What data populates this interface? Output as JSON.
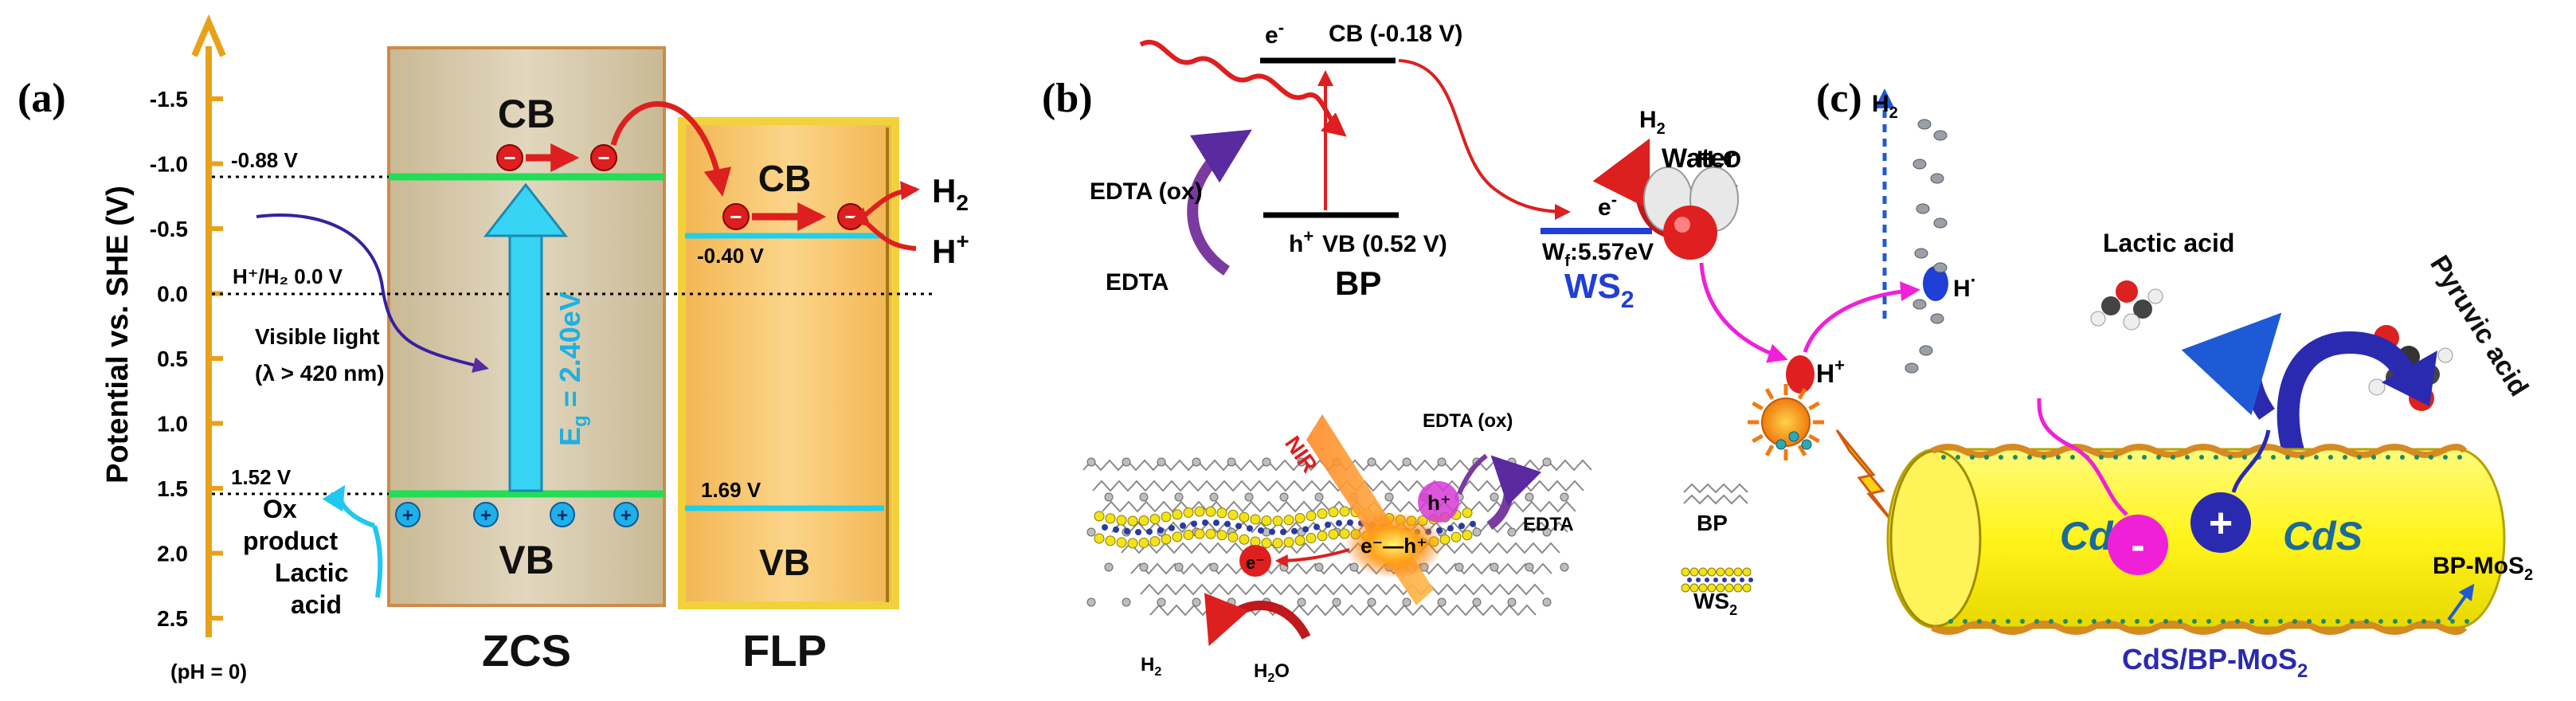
{
  "panel_a": {
    "label": "(a)",
    "axis_title": "Potential vs. SHE (V)",
    "ticks": [
      "-1.5",
      "-1.0",
      "-0.5",
      "0.0",
      "0.5",
      "1.0",
      "1.5",
      "2.0",
      "2.5"
    ],
    "ph_note": "(pH = 0)",
    "zcs": {
      "name": "ZCS",
      "cb": "CB",
      "vb": "VB",
      "cb_value": "-0.88 V",
      "vb_value": "1.52 V",
      "gap": "E",
      "gap_sub": "g",
      "gap_value": " = 2.40eV"
    },
    "flp": {
      "name": "FLP",
      "cb": "CB",
      "vb": "VB",
      "cb_value": "-0.40 V",
      "vb_value": "1.69 V"
    },
    "hplus_h2": "H⁺/H₂ 0.0 V",
    "visible_light_1": "Visible light",
    "visible_light_2": "(λ > 420 nm)",
    "ox_1": "Ox",
    "ox_2": "product",
    "lactic_1": "Lactic",
    "lactic_2": "acid",
    "h2": "H",
    "h2_sub": "2",
    "hplus": "H",
    "hplus_sup": "+",
    "minus": "−",
    "plus": "+"
  },
  "panel_b": {
    "label": "(b)",
    "electron": "e",
    "electron_sup": "-",
    "cb": "CB (-0.18 V)",
    "hole": "h",
    "hole_sup": "+",
    "vb": "VB (0.52 V)",
    "bp": "BP",
    "edta_ox": "EDTA (ox)",
    "edta": "EDTA",
    "h2": "H",
    "h2_sub": "2",
    "h2o": "H",
    "h2o_sub": "2",
    "h2o_o": "O",
    "wf": "W",
    "wf_sub": "f",
    "wf_value": ":5.57eV",
    "ws2": "WS",
    "ws2_sub": "2",
    "nir": "NIR",
    "eh": "e⁻—h⁺",
    "hplus": "h⁺",
    "e_minus": "e⁻",
    "edta_ox_lower": "EDTA (ox)",
    "edta_lower": "EDTA",
    "h2_lower": "H",
    "h2_lower_sub": "2",
    "h2o_lower": "H",
    "h2o_lower_sub": "2",
    "h2o_lower_o": "O",
    "legend_bp": "BP",
    "legend_ws2": "WS",
    "legend_ws2_sub": "2"
  },
  "panel_c": {
    "label": "(c)",
    "water": "Water",
    "h2": "H",
    "h2_sub": "2",
    "h_dot": "H",
    "h_dot_sup": "·",
    "hplus": "H",
    "hplus_sup": "+",
    "lactic_acid": "Lactic acid",
    "pyruvic_acid": "Pyruvic acid",
    "cds_left": "CdS",
    "cds_right": "CdS",
    "minus": "-",
    "plus": "+",
    "bp_mos2": "BP-MoS",
    "bp_mos2_sub": "2",
    "caption": "CdS/BP-MoS",
    "caption_sub": "2"
  },
  "colors": {
    "axis_orange": "#e8a21a",
    "box_tan": "#d9ccb0",
    "box_border": "#cf8a4a",
    "flp_fill": "#f7c76a",
    "flp_border": "#f2d23a",
    "band_green": "#22dd55",
    "band_cyan": "#1fd0e8",
    "gap_arrow": "#37d4f5",
    "red": "#dd1f1f",
    "purple": "#7a3aa0",
    "blue_ws2": "#1f3fd6",
    "cds_yellow": "#fffa1a",
    "magenta": "#f020d8",
    "navy": "#2a2ab0"
  }
}
